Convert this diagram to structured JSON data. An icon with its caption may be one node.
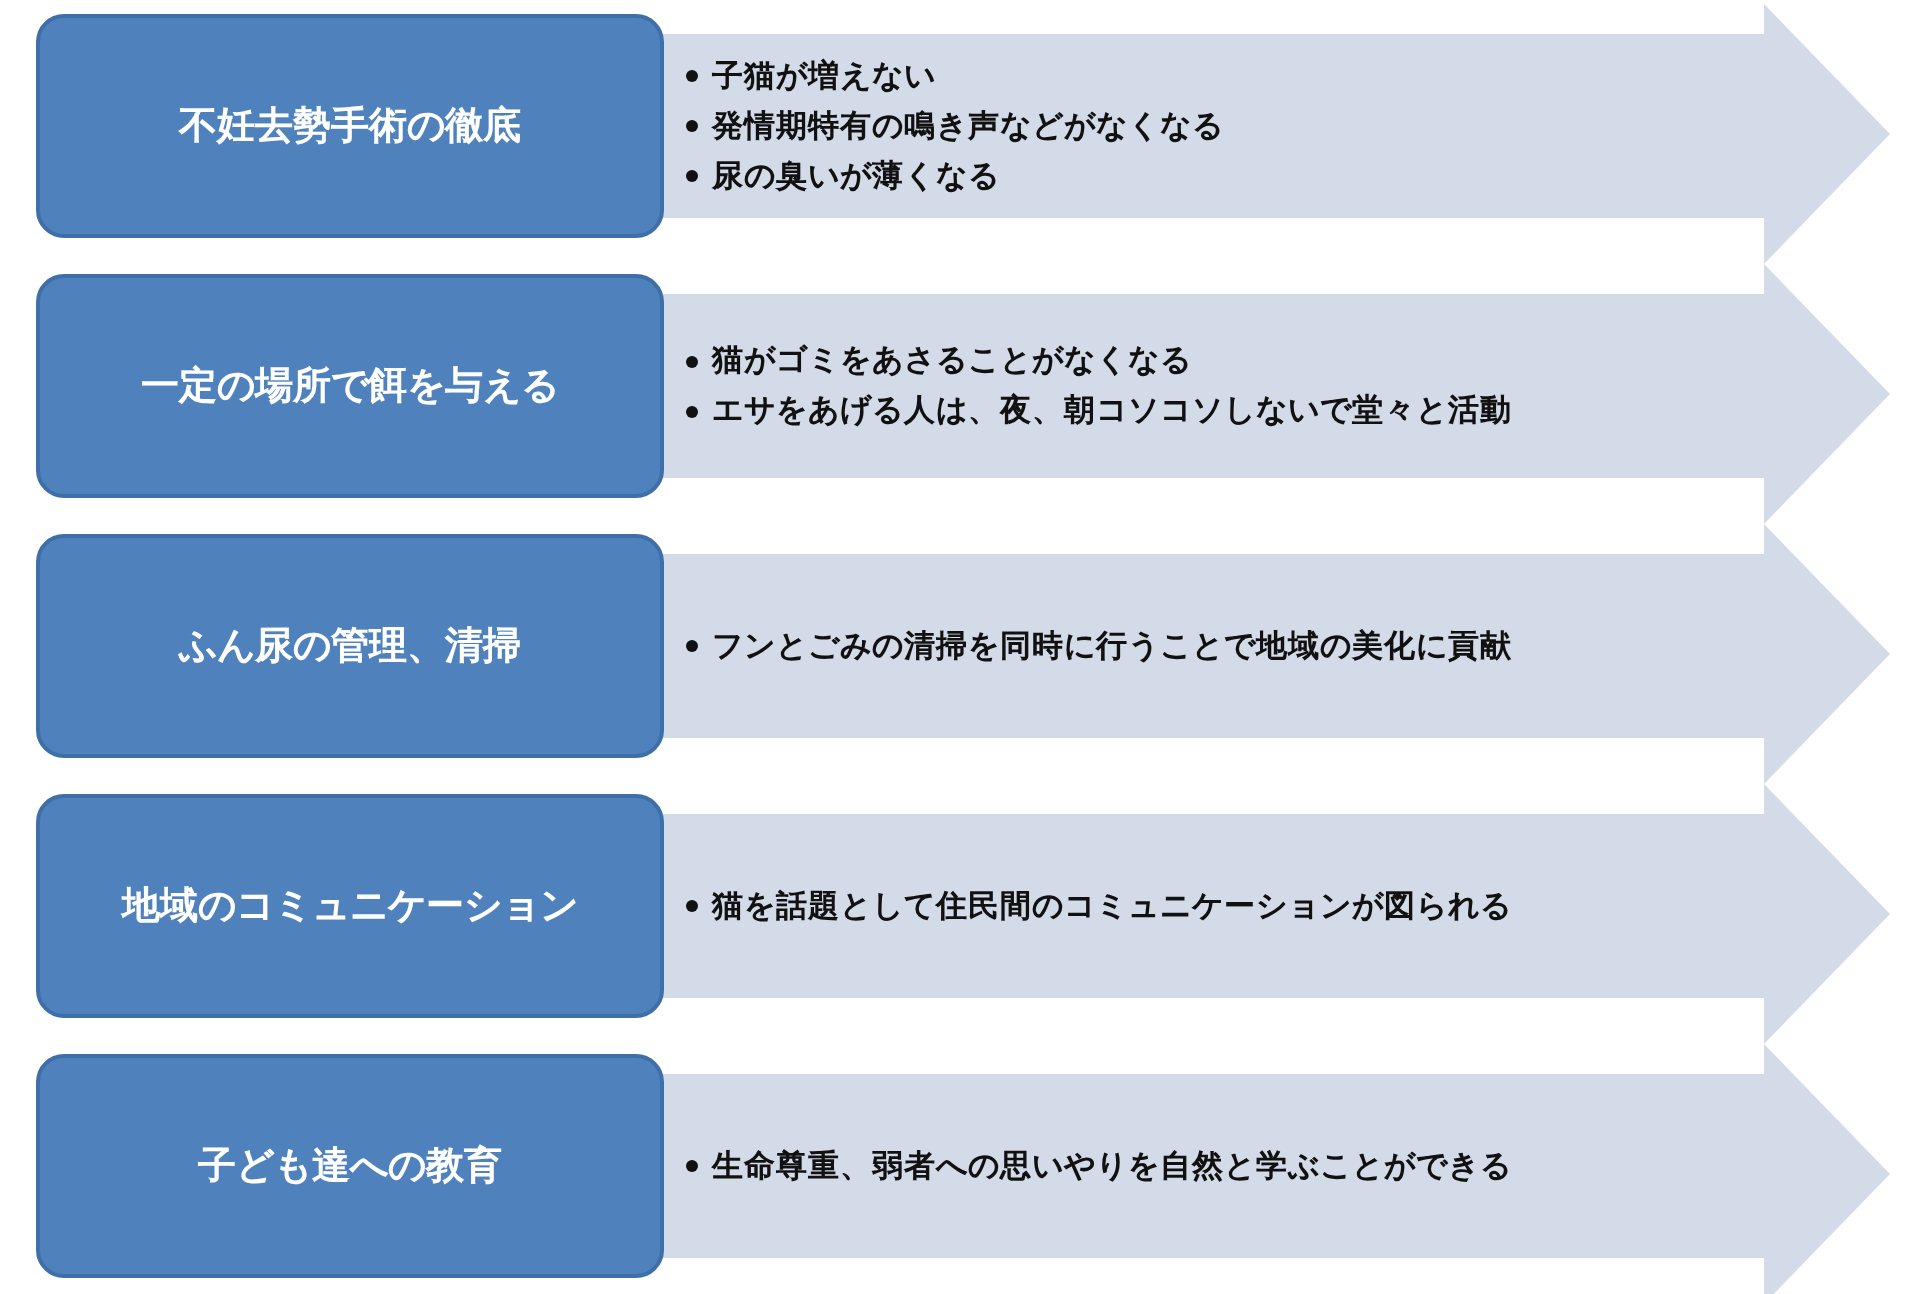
{
  "diagram": {
    "nodes": [
      {
        "text": [
          "不妊去勢手術の徹底"
        ]
      },
      {
        "text": [
          "子猫が増えない",
          "発情期特有の鳴き声などがなくなる",
          "尿の臭いが薄くなる"
        ]
      },
      {
        "text": [
          "一定の場所で餌を与える"
        ]
      },
      {
        "text": [
          "猫がゴミをあさることがなくなる",
          "エサをあげる人は、夜、朝コソコソしないで堂々と活動"
        ]
      },
      {
        "text": [
          "ふん尿の管理、清掃"
        ]
      },
      {
        "text": [
          "フンとごみの清掃を同時に行うことで地域の美化に貢献"
        ]
      },
      {
        "text": [
          "地域のコミュニケーション"
        ]
      },
      {
        "text": [
          "猫を話題として住民間のコミュニケーションが図られる"
        ]
      },
      {
        "text": [
          "子ども達への教育"
        ]
      },
      {
        "text": [
          "生命尊重、弱者への思いやりを自然と学ぶことができる"
        ]
      }
    ]
  }
}
